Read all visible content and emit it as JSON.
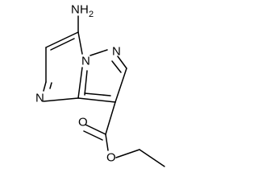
{
  "molecule": {
    "atoms": {
      "amine_n": "N",
      "amine_h": "H",
      "amine_h_count": "2",
      "bridge_n": "N",
      "pyrazole_n": "N",
      "pyrimidine_n": "N",
      "carbonyl_o": "O",
      "ester_o": "O"
    }
  }
}
